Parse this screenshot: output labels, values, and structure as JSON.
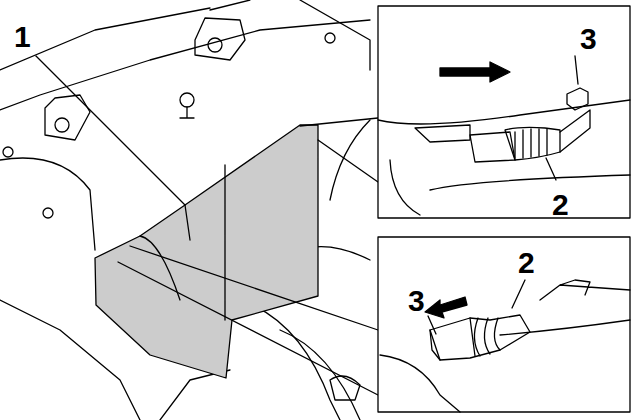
{
  "diagram": {
    "labels": [
      "1",
      "3",
      "2",
      "2",
      "3"
    ]
  }
}
